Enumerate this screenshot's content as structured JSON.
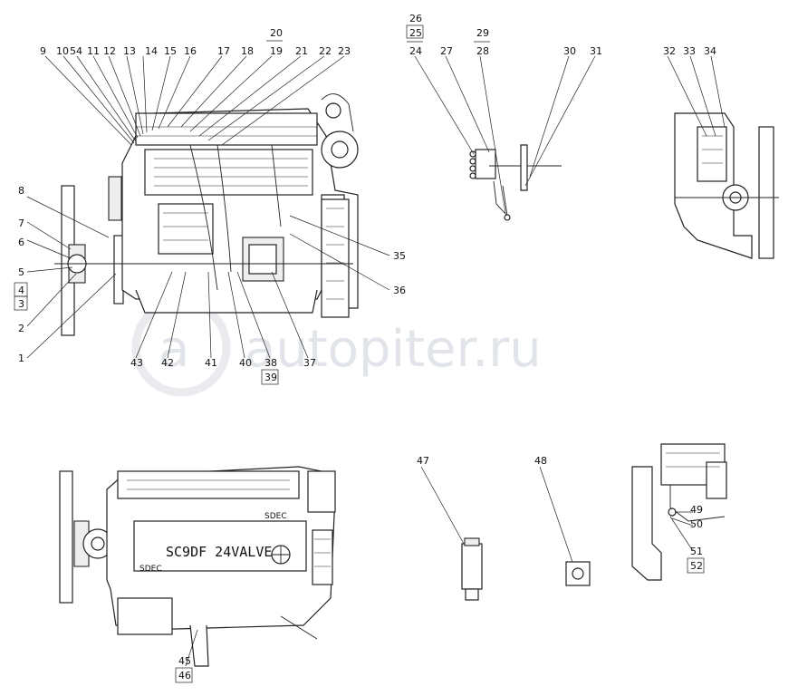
{
  "watermark": "autopiter.ru",
  "labels": {
    "model": "SC9DF 24VALVE",
    "brand_sdec_1": "SDEC",
    "brand_sdec_2": "SDEC"
  },
  "callouts": [
    "1",
    "2",
    "3",
    "4",
    "5",
    "6",
    "7",
    "8",
    "9",
    "10",
    "54",
    "11",
    "12",
    "13",
    "14",
    "15",
    "16",
    "17",
    "18",
    "19",
    "20",
    "21",
    "22",
    "23",
    "24",
    "25",
    "26",
    "27",
    "28",
    "29",
    "30",
    "31",
    "32",
    "33",
    "34",
    "35",
    "36",
    "37",
    "38",
    "39",
    "40",
    "41",
    "42",
    "43",
    "45",
    "46",
    "47",
    "48",
    "49",
    "50",
    "51",
    "52"
  ]
}
